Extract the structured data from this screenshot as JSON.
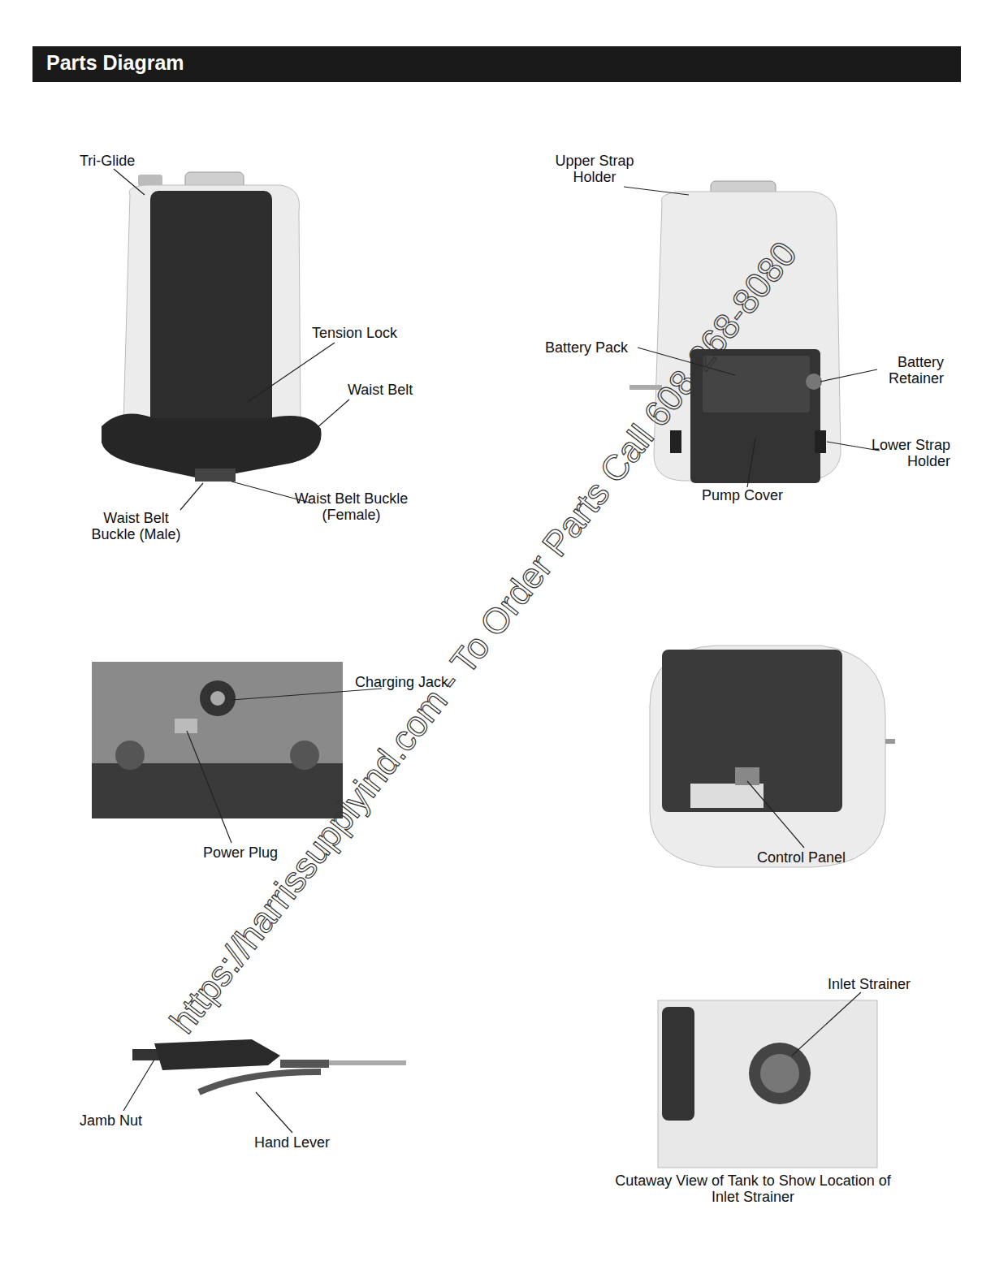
{
  "diagram": {
    "title": "Parts Diagram",
    "labels": [
      "Tri-Glide",
      "Tension Lock",
      "Waist Belt",
      "Waist Belt Buckle (Female)",
      "Waist Belt Buckle (Male)",
      "Upper Strap Holder",
      "Battery Pack",
      "Battery Retainer",
      "Lower Strap Holder",
      "Pump Cover",
      "Charging Jack",
      "Power Plug",
      "Control Panel",
      "Inlet Strainer",
      "Jamb Nut",
      "Hand Lever",
      "Cutaway View of Tank to Show Location of Inlet Strainer",
      "https://harrissupplyind.com - To Order Parts Call 608-268-8080"
    ]
  }
}
